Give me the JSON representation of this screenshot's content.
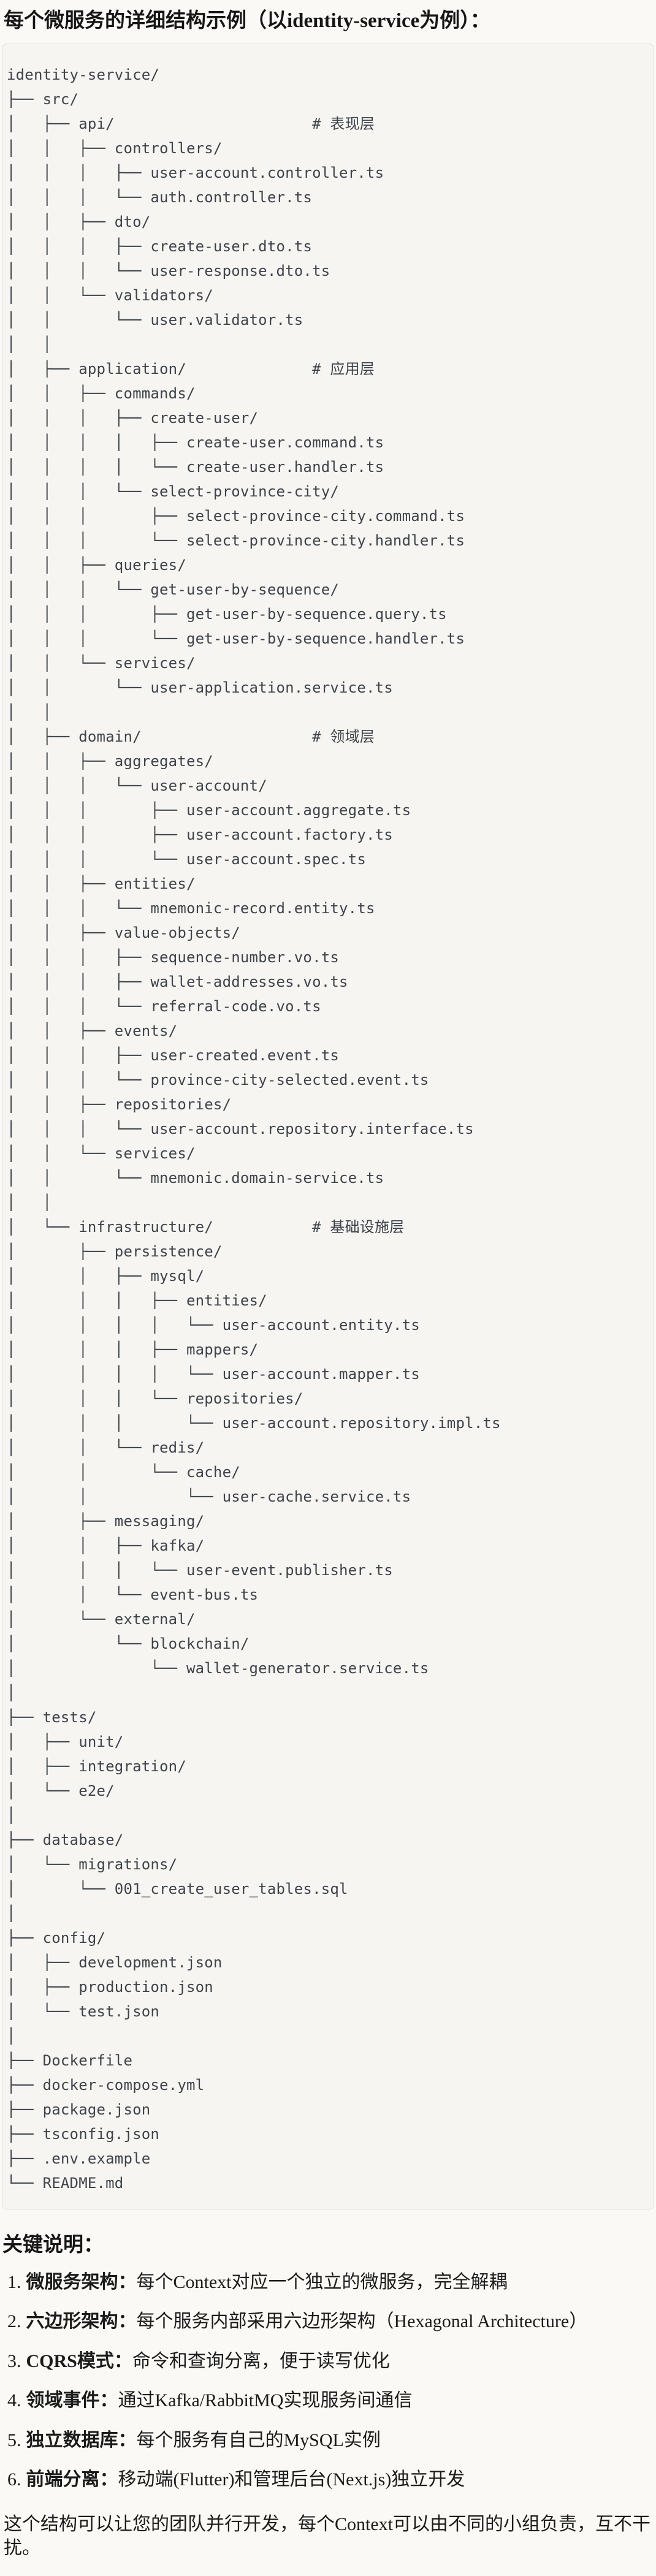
{
  "page": {
    "title": "每个微服务的详细结构示例（以identity-service为例）："
  },
  "tree": {
    "lines": [
      "identity-service/",
      "├── src/",
      "│   ├── api/                      # 表现层",
      "│   │   ├── controllers/",
      "│   │   │   ├── user-account.controller.ts",
      "│   │   │   └── auth.controller.ts",
      "│   │   ├── dto/",
      "│   │   │   ├── create-user.dto.ts",
      "│   │   │   └── user-response.dto.ts",
      "│   │   └── validators/",
      "│   │       └── user.validator.ts",
      "│   │",
      "│   ├── application/              # 应用层",
      "│   │   ├── commands/",
      "│   │   │   ├── create-user/",
      "│   │   │   │   ├── create-user.command.ts",
      "│   │   │   │   └── create-user.handler.ts",
      "│   │   │   └── select-province-city/",
      "│   │   │       ├── select-province-city.command.ts",
      "│   │   │       └── select-province-city.handler.ts",
      "│   │   ├── queries/",
      "│   │   │   └── get-user-by-sequence/",
      "│   │   │       ├── get-user-by-sequence.query.ts",
      "│   │   │       └── get-user-by-sequence.handler.ts",
      "│   │   └── services/",
      "│   │       └── user-application.service.ts",
      "│   │",
      "│   ├── domain/                   # 领域层",
      "│   │   ├── aggregates/",
      "│   │   │   └── user-account/",
      "│   │   │       ├── user-account.aggregate.ts",
      "│   │   │       ├── user-account.factory.ts",
      "│   │   │       └── user-account.spec.ts",
      "│   │   ├── entities/",
      "│   │   │   └── mnemonic-record.entity.ts",
      "│   │   ├── value-objects/",
      "│   │   │   ├── sequence-number.vo.ts",
      "│   │   │   ├── wallet-addresses.vo.ts",
      "│   │   │   └── referral-code.vo.ts",
      "│   │   ├── events/",
      "│   │   │   ├── user-created.event.ts",
      "│   │   │   └── province-city-selected.event.ts",
      "│   │   ├── repositories/",
      "│   │   │   └── user-account.repository.interface.ts",
      "│   │   └── services/",
      "│   │       └── mnemonic.domain-service.ts",
      "│   │",
      "│   └── infrastructure/           # 基础设施层",
      "│       ├── persistence/",
      "│       │   ├── mysql/",
      "│       │   │   ├── entities/",
      "│       │   │   │   └── user-account.entity.ts",
      "│       │   │   ├── mappers/",
      "│       │   │   │   └── user-account.mapper.ts",
      "│       │   │   └── repositories/",
      "│       │   │       └── user-account.repository.impl.ts",
      "│       │   └── redis/",
      "│       │       └── cache/",
      "│       │           └── user-cache.service.ts",
      "│       ├── messaging/",
      "│       │   ├── kafka/",
      "│       │   │   └── user-event.publisher.ts",
      "│       │   └── event-bus.ts",
      "│       └── external/",
      "│           └── blockchain/",
      "│               └── wallet-generator.service.ts",
      "│",
      "├── tests/",
      "│   ├── unit/",
      "│   ├── integration/",
      "│   └── e2e/",
      "│",
      "├── database/",
      "│   └── migrations/",
      "│       └── 001_create_user_tables.sql",
      "│",
      "├── config/",
      "│   ├── development.json",
      "│   ├── production.json",
      "│   └── test.json",
      "│",
      "├── Dockerfile",
      "├── docker-compose.yml",
      "├── package.json",
      "├── tsconfig.json",
      "├── .env.example",
      "└── README.md"
    ]
  },
  "notes": {
    "heading": "关键说明：",
    "items": [
      {
        "num": "1.",
        "label": "微服务架构：",
        "text": "每个Context对应一个独立的微服务，完全解耦"
      },
      {
        "num": "2.",
        "label": "六边形架构：",
        "text": "每个服务内部采用六边形架构（Hexagonal Architecture）"
      },
      {
        "num": "3.",
        "label": "CQRS模式：",
        "text": "命令和查询分离，便于读写优化"
      },
      {
        "num": "4.",
        "label": "领域事件：",
        "text": "通过Kafka/RabbitMQ实现服务间通信"
      },
      {
        "num": "5.",
        "label": "独立数据库：",
        "text": "每个服务有自己的MySQL实例"
      },
      {
        "num": "6.",
        "label": "前端分离：",
        "text": "移动端(Flutter)和管理后台(Next.js)独立开发"
      }
    ],
    "footer": "这个结构可以让您的团队并行开发，每个Context可以由不同的小组负责，互不干扰。"
  }
}
